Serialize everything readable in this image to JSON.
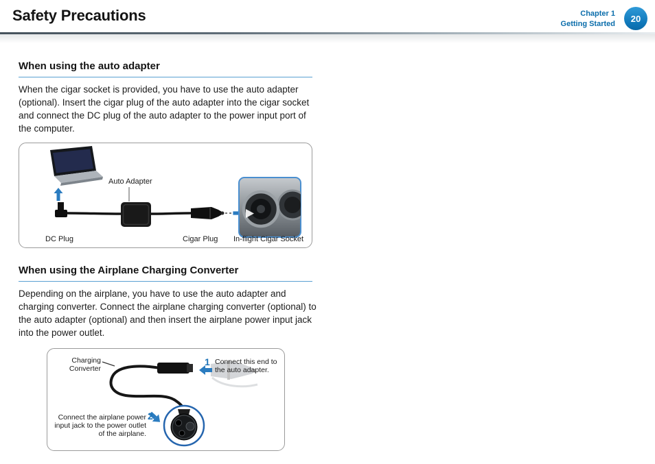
{
  "header": {
    "title": "Safety Precautions",
    "chapter": "Chapter 1",
    "chapter_section": "Getting Started",
    "page_number": "20"
  },
  "sections": [
    {
      "heading": "When using the auto adapter",
      "body": "When the cigar socket is provided, you have to use the auto adapter (optional). Insert the cigar plug of the auto adapter into the cigar socket and connect the DC plug of the auto adapter to the power input port of the computer.",
      "figure_labels": {
        "auto_adapter": "Auto Adapter",
        "dc_plug": "DC Plug",
        "cigar_plug": "Cigar Plug",
        "inflight_socket": "In-flight Cigar Socket"
      }
    },
    {
      "heading": "When using the Airplane Charging Converter",
      "body": "Depending on the airplane, you have to use the auto adapter and charging converter. Connect the airplane charging converter (optional) to the auto adapter (optional) and then insert the airplane power input jack into the power outlet.",
      "figure_labels": {
        "charging_converter": "Charging Converter",
        "step1_number": "1",
        "step1_text": "Connect this end to the auto adapter.",
        "step2_number": "2",
        "step2_text": "Connect the airplane power input jack to the power outlet of the airplane."
      }
    }
  ],
  "colors": {
    "accent_blue": "#1583c5",
    "chapter_text": "#0a6dab",
    "heading_rule": "#58a0d2",
    "arrow_blue": "#2b7cc0"
  }
}
